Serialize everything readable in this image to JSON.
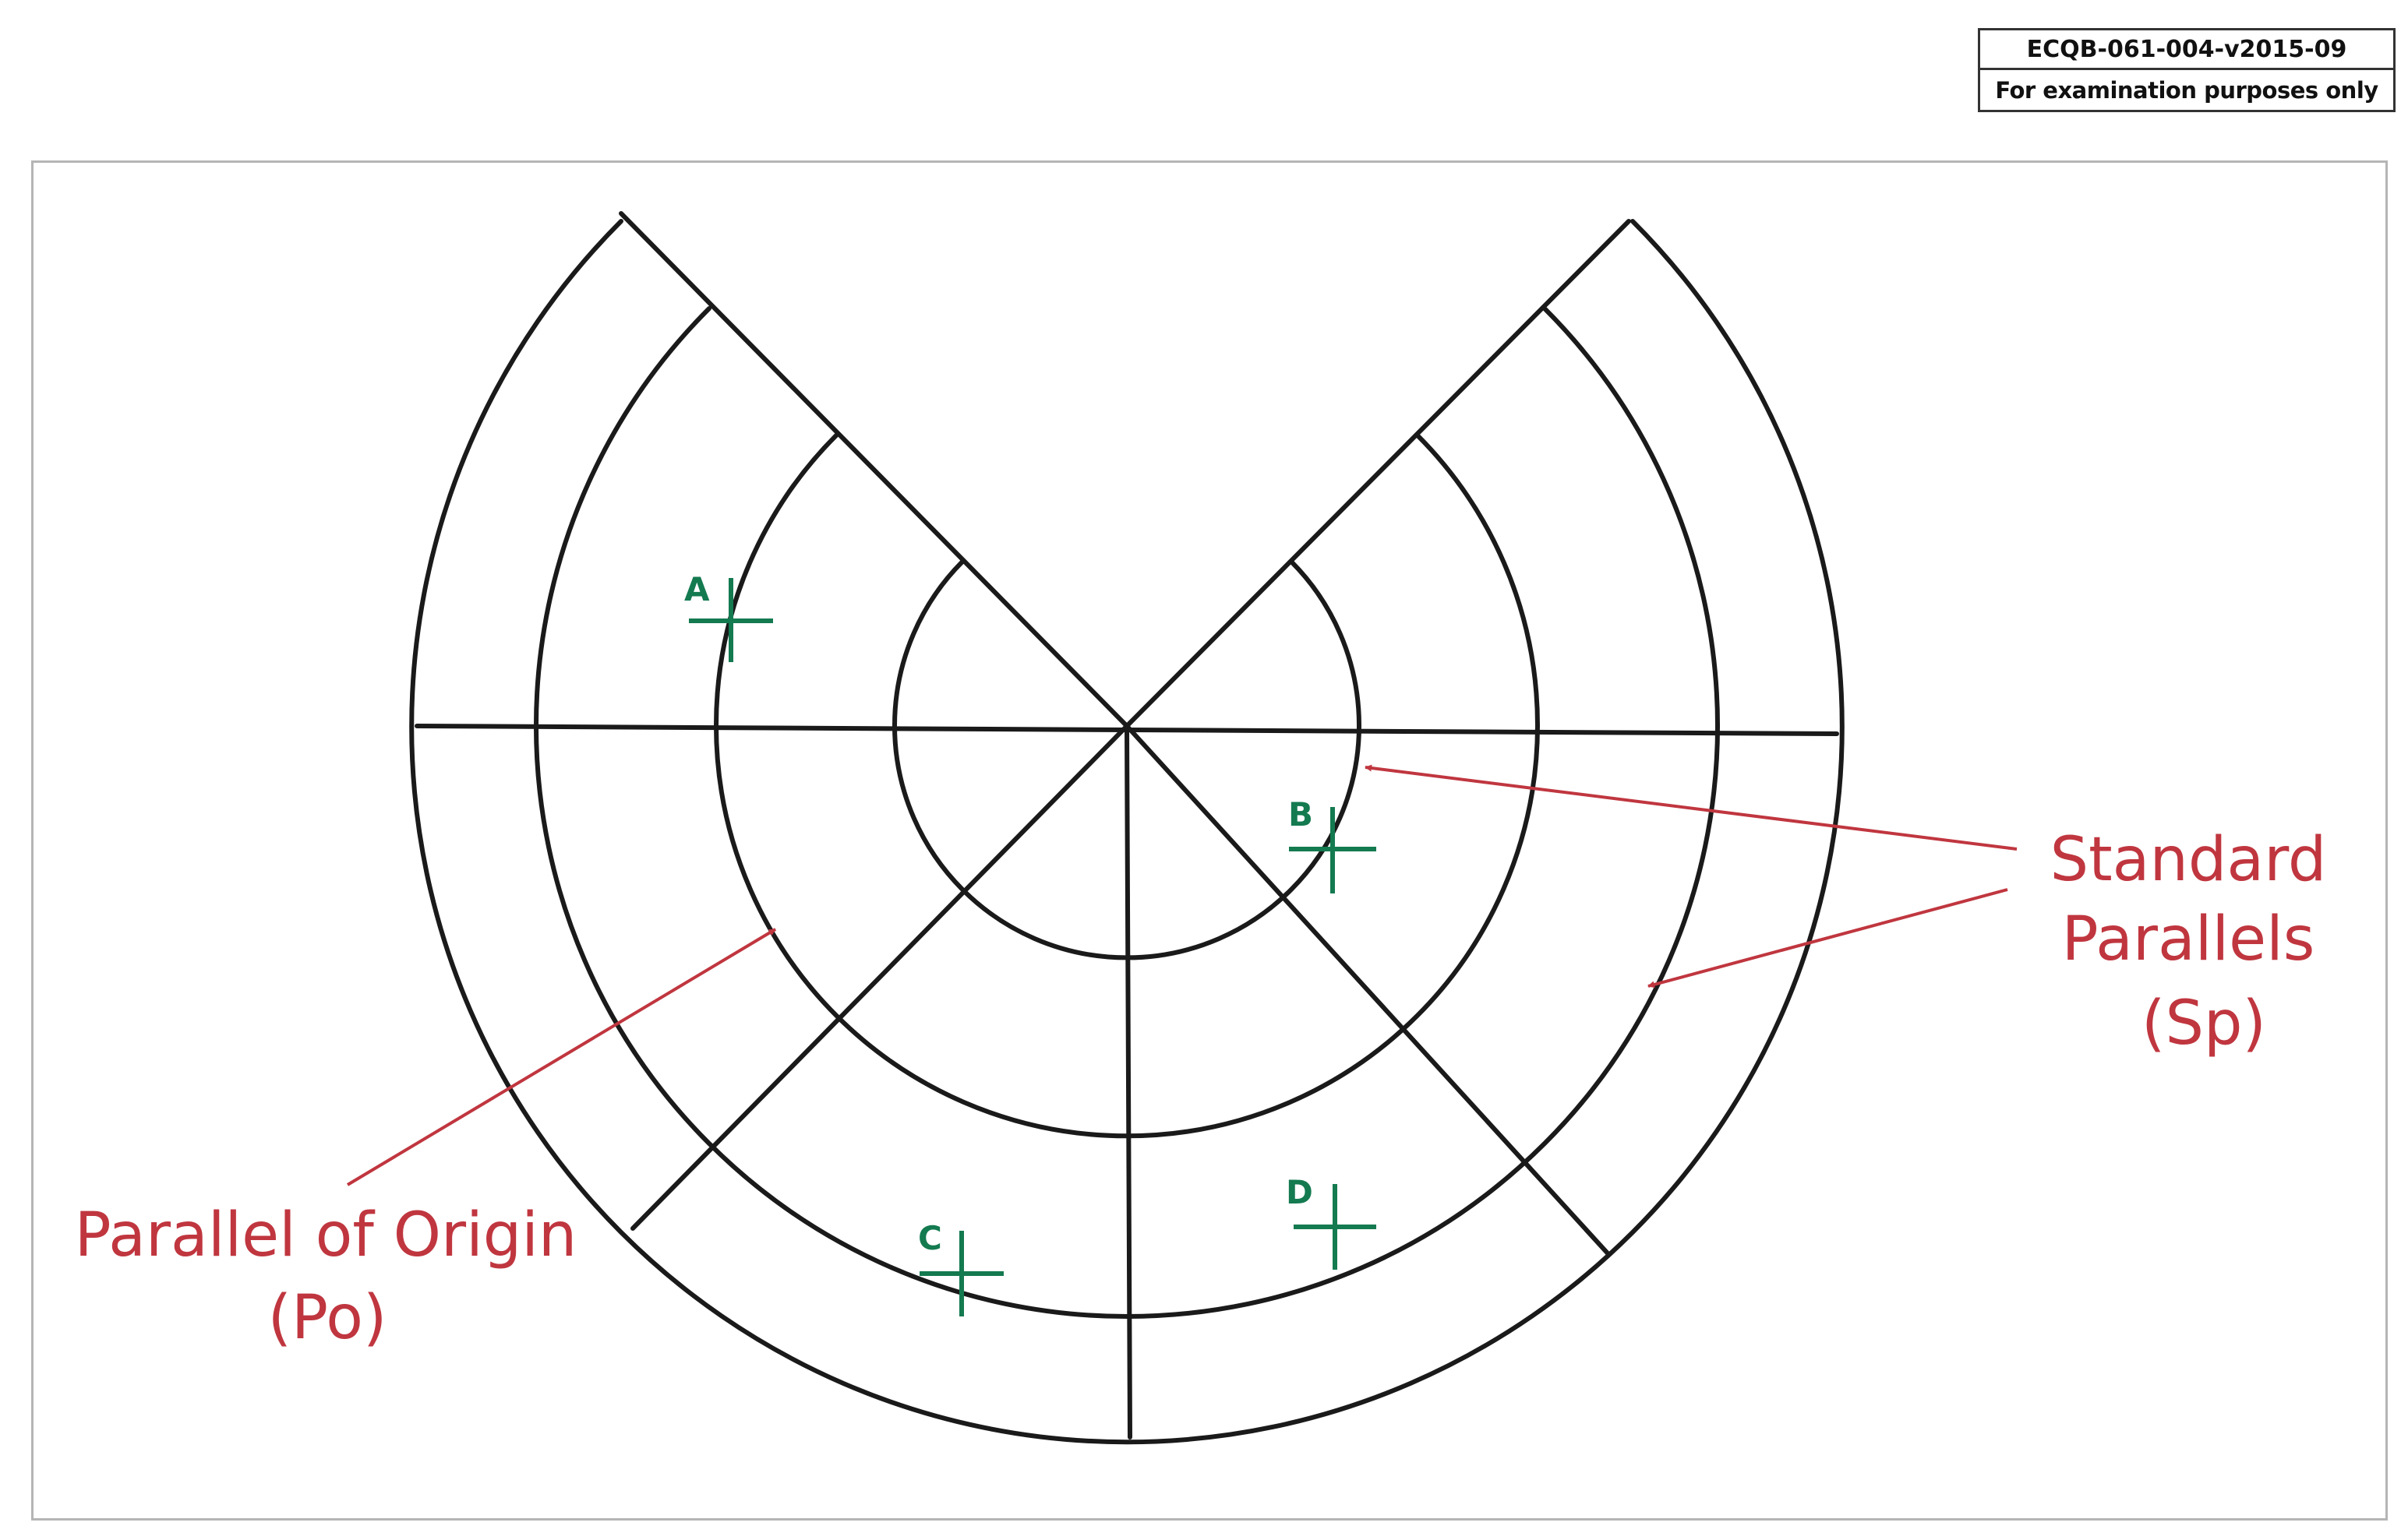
{
  "stamp": {
    "code": "ECQB-061-004-v2015-09",
    "note": "For examination purposes only"
  },
  "annotations": {
    "standard_parallels": [
      "Standard",
      "Parallels",
      "(Sp)"
    ],
    "parallel_of_origin": [
      "Parallel of Origin",
      "(Po)"
    ]
  },
  "points": [
    "A",
    "B",
    "C",
    "D"
  ],
  "colors": {
    "grid": "#1a1a1a",
    "points": "#147a50",
    "annotations": "#c0363f",
    "frame": "#b5b5b5"
  }
}
